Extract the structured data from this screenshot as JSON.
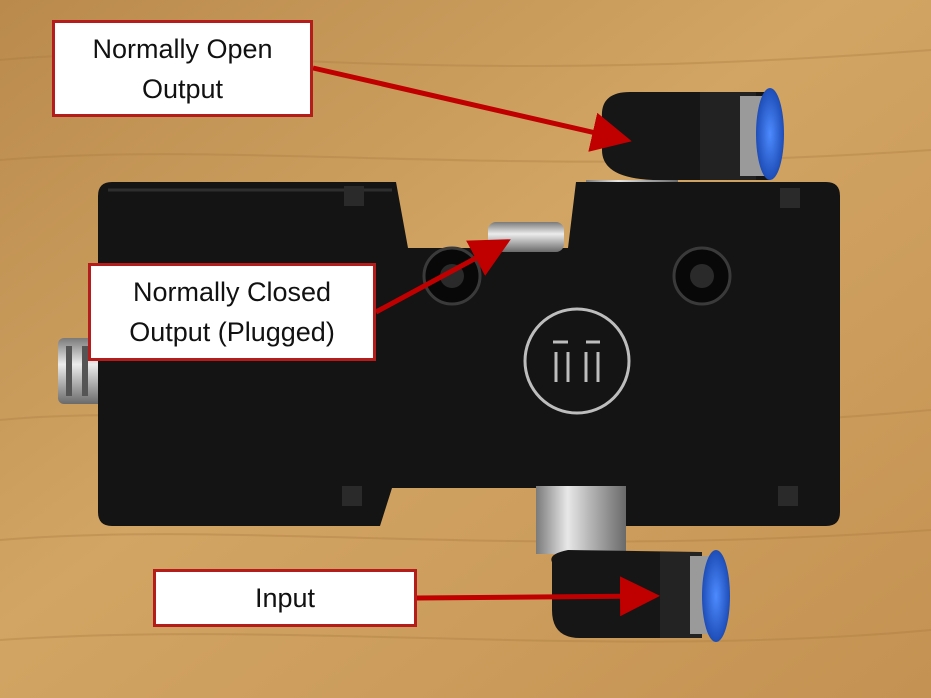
{
  "callouts": {
    "normally_open": {
      "line1": "Normally Open",
      "line2": "Output"
    },
    "normally_closed": {
      "line1": "Normally Closed",
      "line2": "Output (Plugged)"
    },
    "input": {
      "label": "Input"
    }
  },
  "colors": {
    "callout_border": "#b51c1c",
    "arrow": "#c00000",
    "wood": "#c89a58",
    "valve_body": "#141414",
    "fitting_blue": "#1f5fd6"
  }
}
